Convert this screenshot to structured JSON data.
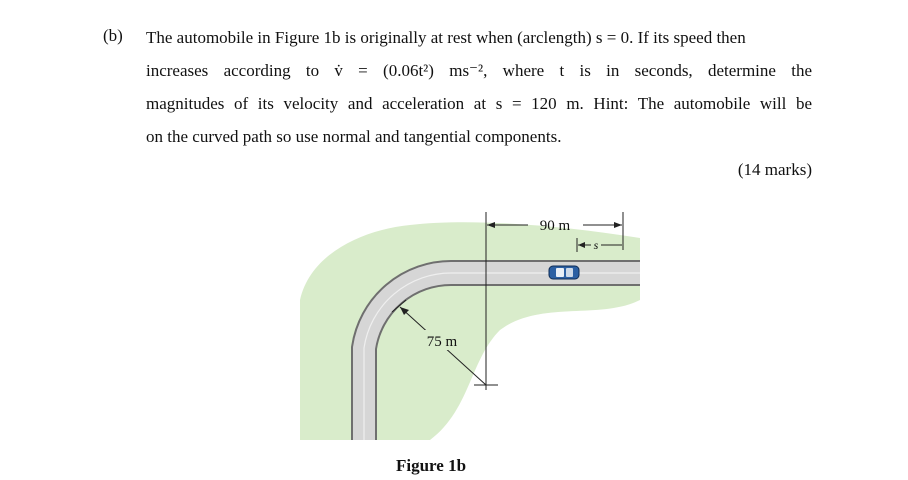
{
  "question": {
    "label": "(b)",
    "lines": [
      "The automobile in Figure 1b is originally at rest when (arclength) s = 0. If its speed then",
      "increases according to v̇ = (0.06t²) ms⁻², where t is in seconds, determine the",
      "magnitudes of its velocity and acceleration at s = 120 m. Hint: The automobile will be",
      "on the curved path so use normal and tangential components."
    ],
    "marks": "(14 marks)"
  },
  "figure": {
    "dim_straight": "90 m",
    "dim_s": "s",
    "dim_radius": "75 m",
    "caption": "Figure 1b",
    "colors": {
      "grass": "#d9eccb",
      "road": "#d6d6d6",
      "road_edge": "#6f6f6f",
      "car": "#2b5fa3"
    }
  }
}
